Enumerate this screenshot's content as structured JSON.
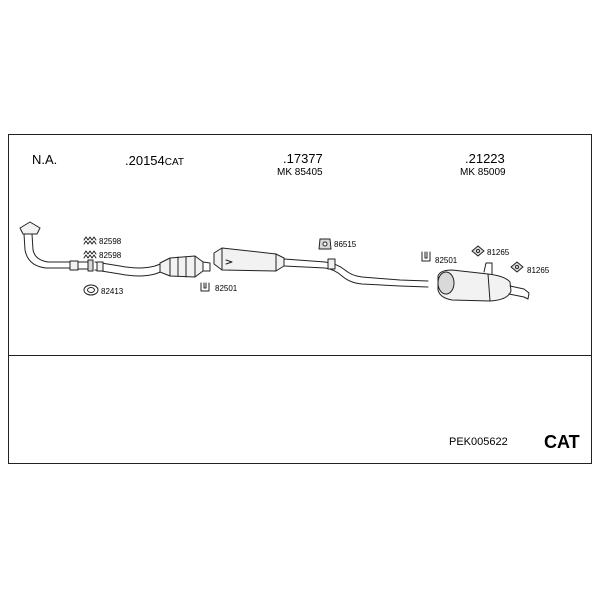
{
  "header": {
    "group1": {
      "name": "N.A."
    },
    "group2": {
      "number": ".20154",
      "suffix": "CAT"
    },
    "group3": {
      "number": ".17377",
      "ref": "MK 85405"
    },
    "group4": {
      "number": ".21223",
      "ref": "MK 85009"
    }
  },
  "parts": {
    "p82598_a": "82598",
    "p82598_b": "82598",
    "p82413": "82413",
    "p82501_a": "82501",
    "p86515": "86515",
    "p82501_b": "82501",
    "p81265_a": "81265",
    "p81265_b": "81265"
  },
  "footer": {
    "code": "PEK005622",
    "label": "CAT"
  },
  "colors": {
    "line": "#222222",
    "fill_light": "#f2f2f2",
    "fill_mid": "#d9d9d9"
  }
}
